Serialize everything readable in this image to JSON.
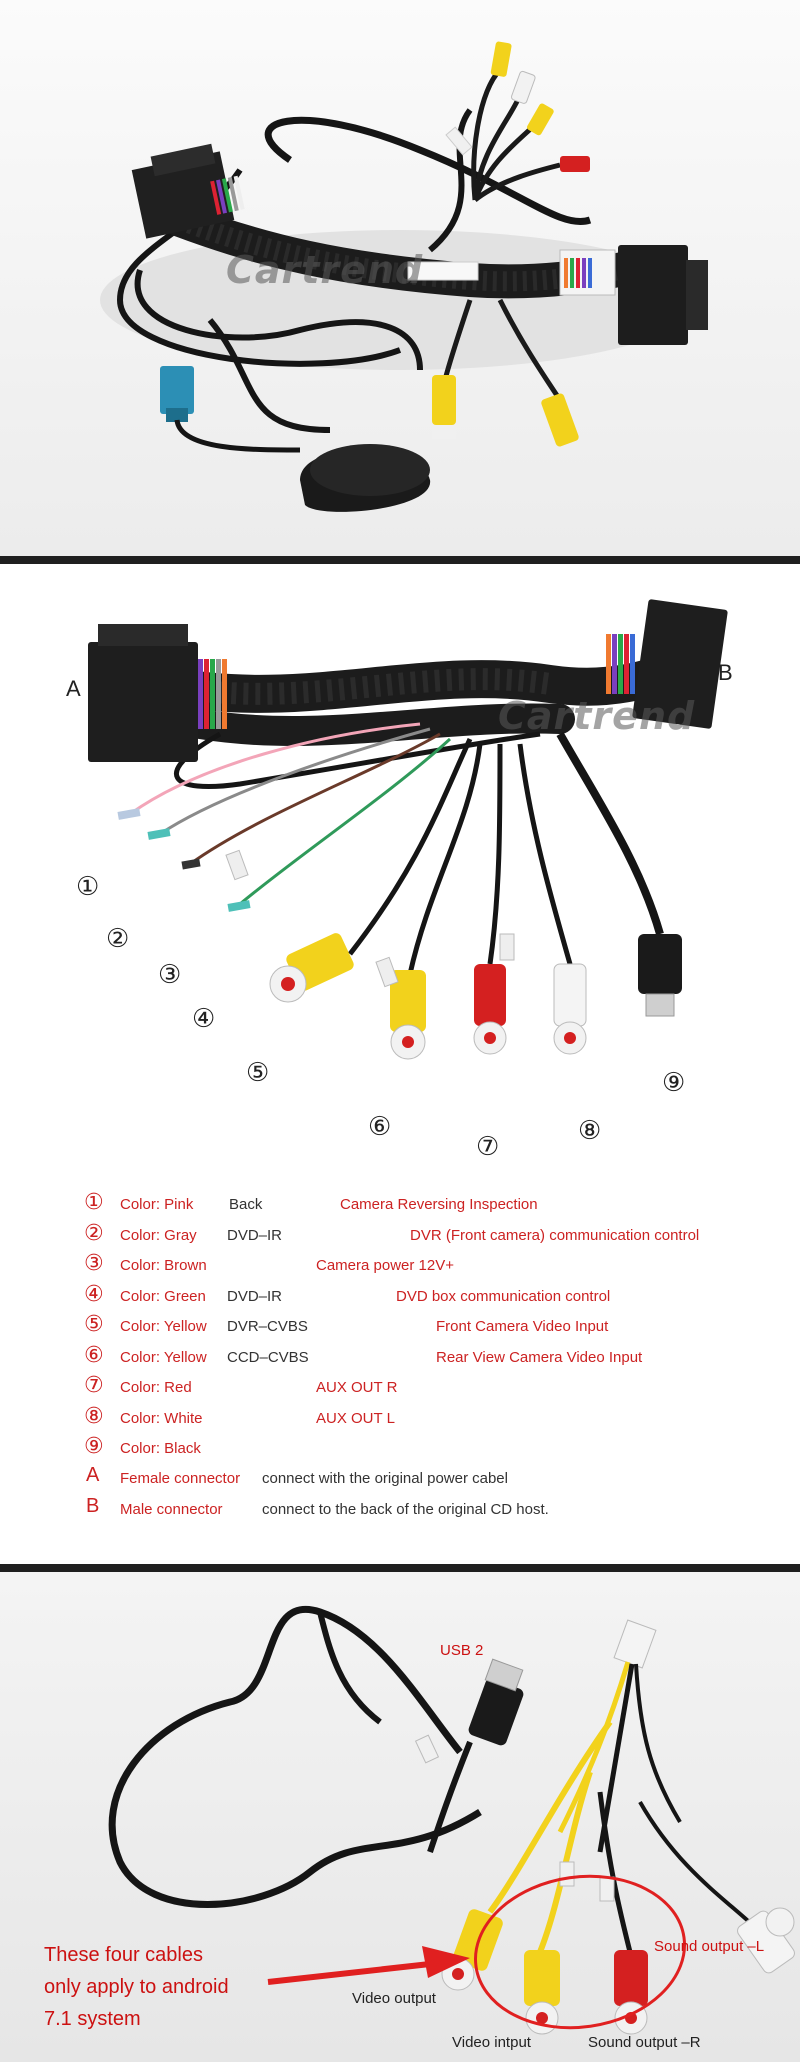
{
  "panel1": {
    "watermark": "Cartrend",
    "colors": {
      "background": "#f2f2f2",
      "cable": "#151515",
      "rca_yellow": "#f2d21c",
      "rca_red": "#d42020",
      "fakra_blue": "#2c8fb5"
    }
  },
  "panel2": {
    "watermark": "Cartrend",
    "connector_a_label": "A",
    "connector_b_label": "B",
    "callouts": [
      "①",
      "②",
      "③",
      "④",
      "⑤",
      "⑥",
      "⑦",
      "⑧",
      "⑨"
    ],
    "legend": [
      {
        "num": "①",
        "color": "Color: Pink",
        "code": "Back",
        "func": "Camera Reversing Inspection"
      },
      {
        "num": "②",
        "color": "Color: Gray",
        "code": "DVD–IR",
        "func": "DVR (Front camera) communication control"
      },
      {
        "num": "③",
        "color": "Color: Brown",
        "code": "",
        "func": "Camera power 12V+"
      },
      {
        "num": "④",
        "color": "Color: Green",
        "code": "DVD–IR",
        "func": "DVD box communication control"
      },
      {
        "num": "⑤",
        "color": "Color: Yellow",
        "code": "DVR–CVBS",
        "func": "Front Camera Video Input"
      },
      {
        "num": "⑥",
        "color": "Color: Yellow",
        "code": "CCD–CVBS",
        "func": "Rear View Camera Video Input"
      },
      {
        "num": "⑦",
        "color": "Color: Red",
        "code": "",
        "func": "AUX OUT R"
      },
      {
        "num": "⑧",
        "color": "Color: White",
        "code": "",
        "func": "AUX OUT L"
      },
      {
        "num": "⑨",
        "color": "Color: Black",
        "code": "",
        "func": ""
      },
      {
        "num": "A",
        "color": "Female connector",
        "code": "connect with the original power cabel",
        "func": ""
      },
      {
        "num": "B",
        "color": "Male connector",
        "code": "connect to the back of the original CD host.",
        "func": ""
      }
    ]
  },
  "panel3": {
    "usb_label": "USB 2",
    "note_lines": [
      "These four cables",
      "only apply to android",
      "7.1 system"
    ],
    "video_output": "Video output",
    "video_input": "Video intput",
    "sound_output_r": "Sound output –R",
    "sound_output_l": "Sound output –L"
  }
}
